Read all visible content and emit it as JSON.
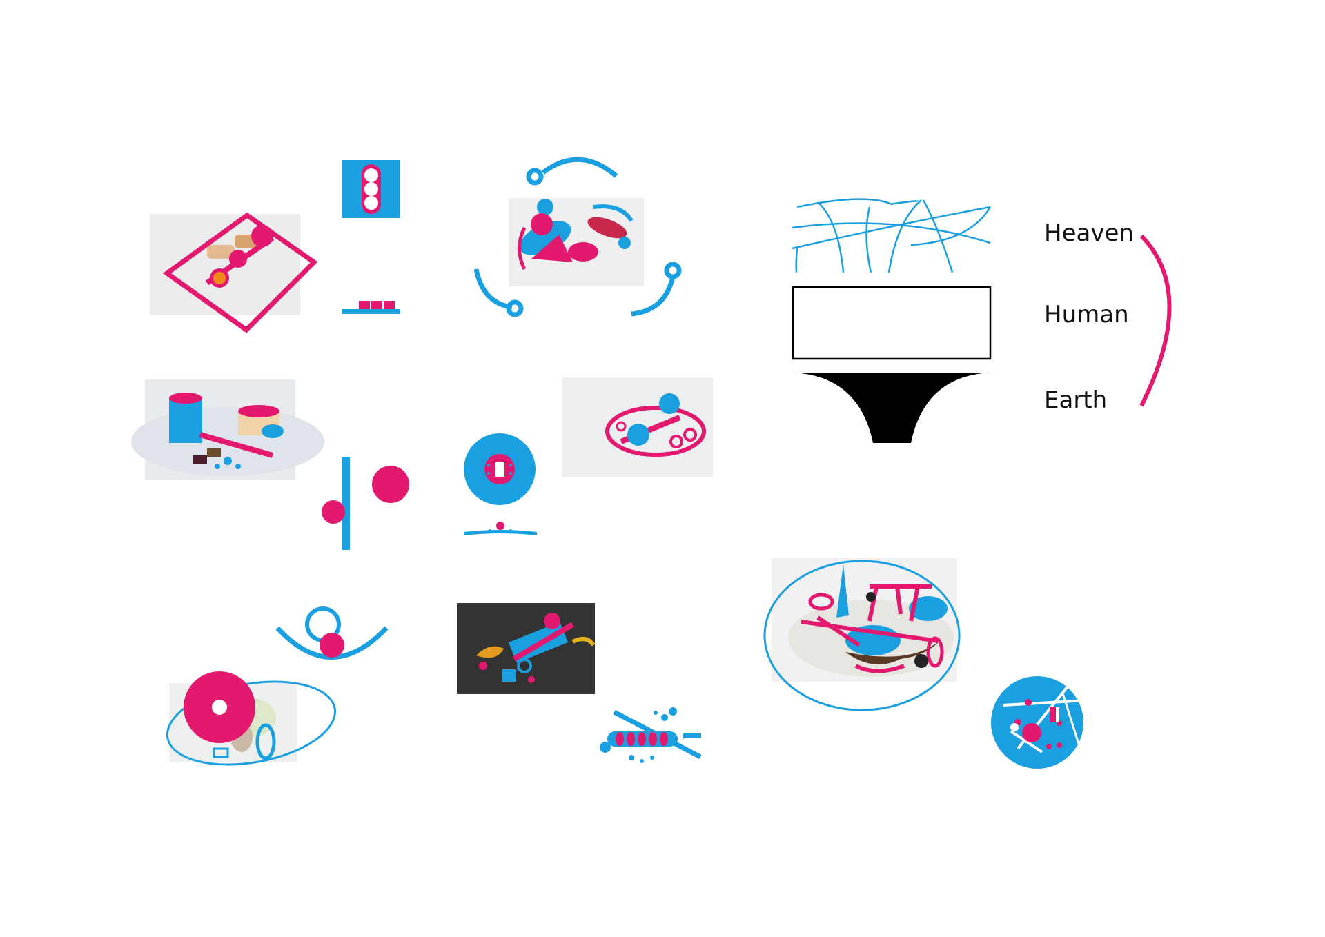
{
  "colors": {
    "cyan": "#1a9fe0",
    "magenta": "#e3186f",
    "ink": "#000000",
    "plate": "#e9e9e9",
    "plate_dark": "#3a3a3a"
  },
  "cosmology": {
    "labels": [
      "Heaven",
      "Human",
      "Earth"
    ]
  }
}
